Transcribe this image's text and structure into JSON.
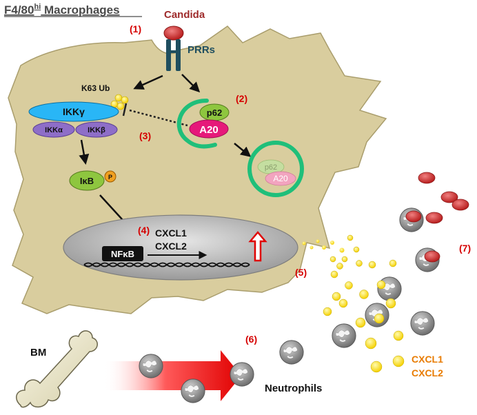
{
  "title": {
    "main": "F4/80",
    "superscript": "hi",
    "rest": " Macrophages"
  },
  "labels": {
    "candida": "Candida",
    "prrs": "PRRs",
    "k63ub": "K63 Ub",
    "ikkg": "IKKγ",
    "ikka": "IKKα",
    "ikkb": "IKKβ",
    "p62": "p62",
    "a20": "A20",
    "ikb": "IκB",
    "phospho": "P",
    "nfkb": "NFκB",
    "cxcl1": "CXCL1",
    "cxcl2": "CXCL2",
    "bm": "BM",
    "neutrophils": "Neutrophils",
    "legend_cxcl1": "CXCL1",
    "legend_cxcl2": "CXCL2"
  },
  "steps": {
    "s1": "(1)",
    "s2": "(2)",
    "s3": "(3)",
    "s4": "(4)",
    "s5": "(5)",
    "s6": "(6)",
    "s7": "(7)"
  },
  "colors": {
    "cell": "#d9cd9e",
    "candida": "#c0392b",
    "receptor": "#1f4e5f",
    "ikkg": "#29b6f6",
    "ikkab": "#8e6ec8",
    "ubiquitin": "#f2e600",
    "phagosome": "#1fbf7a",
    "p62": "#8ec63f",
    "a20": "#e6197a",
    "nucleus": "#c8c8c8",
    "step_label": "#d50000",
    "chemokine_label": "#e87b00",
    "gradient_arrow": "#e00000"
  }
}
